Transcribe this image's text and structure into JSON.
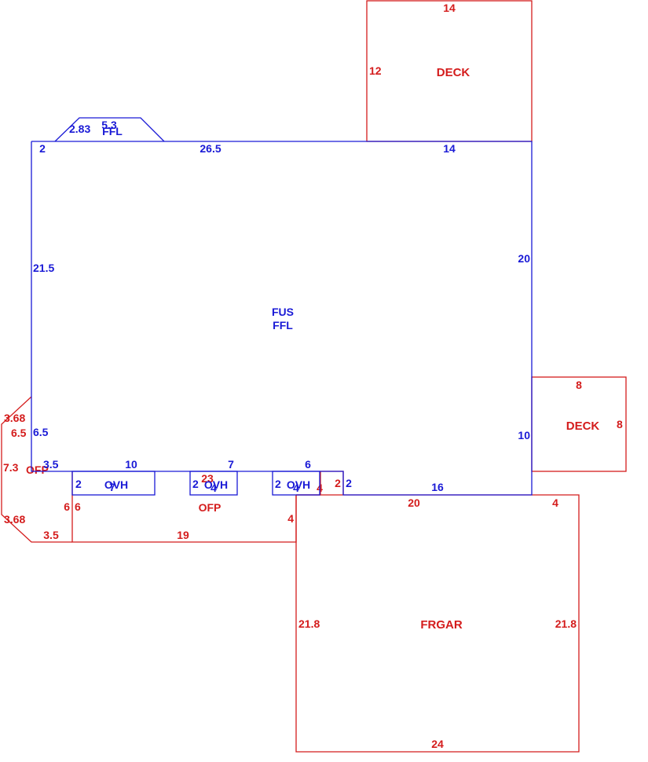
{
  "colors": {
    "main_structure": "#1a1ad6",
    "additions": "#d41c1c",
    "background": "#ffffff"
  },
  "main_structure": {
    "label": "FUS",
    "sublabel": "FFL",
    "dimensions": {
      "top": "26.5",
      "top_right_segment": "14",
      "left": "21.5",
      "right": "20",
      "right_lower": "10",
      "bottom_right": "16",
      "lower_left": "6.5",
      "corner": "2",
      "step": "3.5"
    }
  },
  "ffl_bay": {
    "label": "FFL",
    "dimension_angle": "2.83",
    "dimension_top": "5.3"
  },
  "deck_top": {
    "label": "DECK",
    "dimension_top": "14",
    "dimension_left": "12"
  },
  "deck_right": {
    "label": "DECK",
    "dimension_top": "8",
    "dimension_right": "8"
  },
  "overhangs": [
    {
      "label": "OVH",
      "dimension_top": "10",
      "dimension_side": "2",
      "dimension_inner": "7"
    },
    {
      "label": "OVH",
      "dimension_top": "7",
      "dimension_side": "2",
      "dimension_inner": "4"
    },
    {
      "label": "OVH",
      "dimension_top": "6",
      "dimension_side": "2",
      "dimension_inner": "4"
    }
  ],
  "garage": {
    "label": "FRGAR",
    "dimension_top": "20",
    "dimension_top_right": "4",
    "dimension_left": "21.8",
    "dimension_right": "21.8",
    "dimension_bottom": "24",
    "dimension_step": "2",
    "dimension_step_left": "4",
    "dimension_notch": "2"
  },
  "porch_front": {
    "label": "OFP",
    "dimension_bottom": "19",
    "dimension_inner": "23",
    "dimension_left": "6",
    "dimension_right": "4"
  },
  "porch_side": {
    "label": "OFP",
    "dimension_angle_top": "3.68",
    "dimension_top_inner": "6.5",
    "dimension_left": "7.3",
    "dimension_angle_bottom": "3.68",
    "dimension_bottom": "3.5",
    "dimension_right": "6"
  }
}
